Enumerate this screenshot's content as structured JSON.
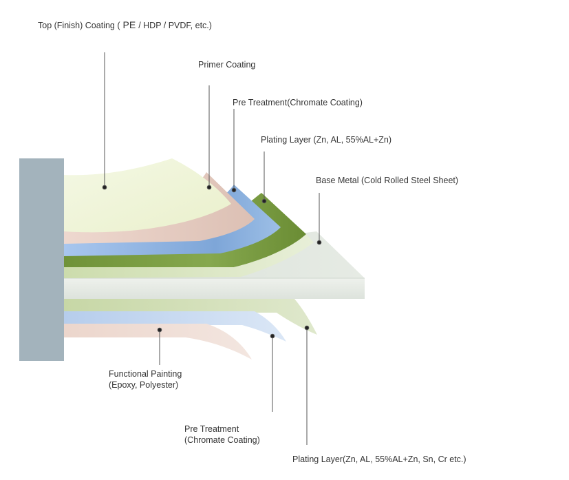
{
  "labels": {
    "top_coating_prefix": "Top (Finish) Coating (",
    "top_coating_pe": "PE",
    "top_coating_suffix": "/ HDP / PVDF, etc.)",
    "primer": "Primer Coating",
    "pretreatment_top": "Pre Treatment(Chromate Coating)",
    "plating_top": "Plating Layer (Zn, AL, 55%AL+Zn)",
    "base_metal": "Base Metal (Cold Rolled Steel Sheet)",
    "functional_line1": "Functional Painting",
    "functional_line2": "(Epoxy, Polyester)",
    "pretreatment_bottom_line1": "Pre Treatment",
    "pretreatment_bottom_line2": "(Chromate Coating)",
    "plating_bottom": "Plating Layer(Zn, AL, 55%AL+Zn, Sn, Cr etc.)"
  },
  "colors": {
    "holder": "#a3b3bc",
    "top_coat": "#f1f5dc",
    "primer": "#e6cfc6",
    "pretreatment": "#8eb3e0",
    "plating": "#7a9c40",
    "base_metal": "#e2e7e2",
    "leader": "#555555"
  }
}
